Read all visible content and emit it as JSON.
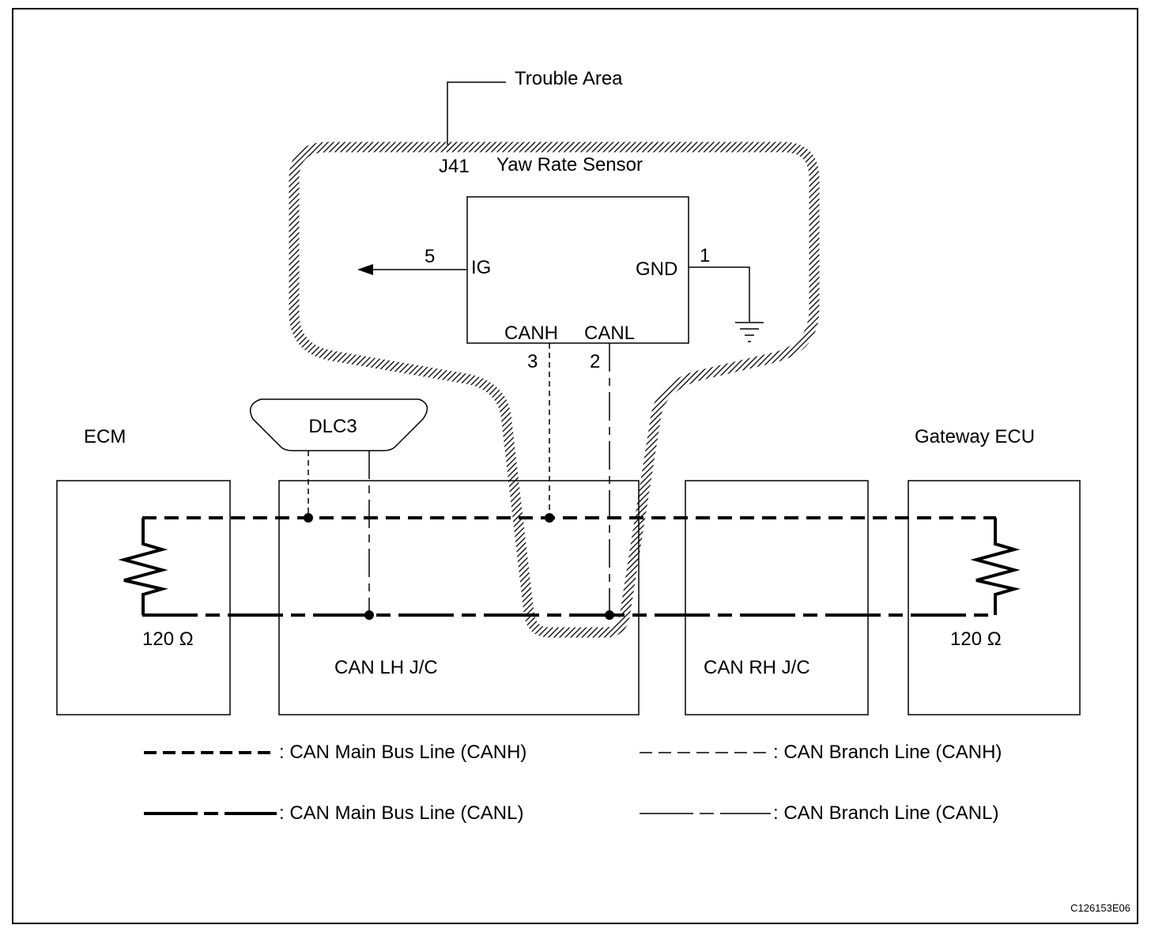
{
  "trouble_area": "Trouble Area",
  "sensor": {
    "connector": "J41",
    "name": "Yaw Rate Sensor",
    "pins": {
      "ig_label": "IG",
      "ig_num": "5",
      "gnd_label": "GND",
      "gnd_num": "1",
      "canh_label": "CANH",
      "canh_num": "3",
      "canl_label": "CANL",
      "canl_num": "2"
    }
  },
  "dlc3": "DLC3",
  "ecm": {
    "name": "ECM",
    "resistor": "120 Ω"
  },
  "gateway": {
    "name": "Gateway ECU",
    "resistor": "120 Ω"
  },
  "can_lh_jc": "CAN LH J/C",
  "can_rh_jc": "CAN RH J/C",
  "legend": {
    "main_canh": ": CAN Main Bus Line (CANH)",
    "main_canl": ": CAN Main Bus Line (CANL)",
    "branch_canh": ": CAN Branch Line (CANH)",
    "branch_canl": ": CAN Branch Line (CANL)"
  },
  "figure_code": "C126153E06",
  "colors": {
    "line": "#000000",
    "background": "#ffffff"
  }
}
